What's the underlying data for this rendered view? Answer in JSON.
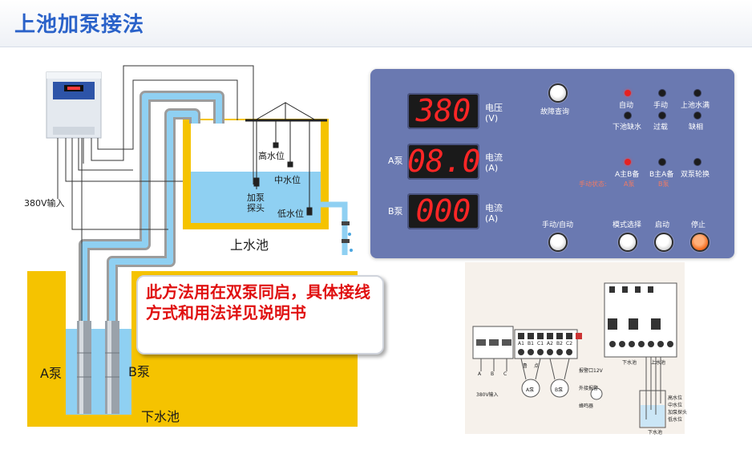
{
  "page": {
    "title": "上池加泵接法"
  },
  "diagram": {
    "power_input_label": "380V输入",
    "upper_tank_label": "上水池",
    "lower_tank_label": "下水池",
    "high_level_label": "高水位",
    "mid_level_label": "中水位",
    "low_level_label": "低水位",
    "probe_label_line1": "加泵",
    "probe_label_line2": "探头",
    "pump_a_label": "A泵",
    "pump_b_label": "B泵",
    "note": "此方法用在双泵同启，具体接线方式和用法详见说明书"
  },
  "control_panel": {
    "voltage_display": "380",
    "voltage_label": "电压",
    "voltage_unit": "(V)",
    "pump_a_row_label": "A泵",
    "pump_a_display": "08.0",
    "pump_a_current_label": "电流",
    "pump_a_current_unit": "(A)",
    "pump_b_row_label": "B泵",
    "pump_b_display": "000",
    "pump_b_current_label": "电流",
    "pump_b_current_unit": "(A)",
    "fault_query_label": "故障查询",
    "indicators": {
      "auto": "自动",
      "manual": "手动",
      "upper_full": "上池水满",
      "lower_empty": "下池缺水",
      "overload": "过载",
      "phase_loss": "缺相",
      "a_main_b_backup": "A主B备",
      "b_main_a_backup": "B主A备",
      "dual_rotation": "双泵轮换"
    },
    "manual_state_label": "手动状态:",
    "manual_state_a": "A泵",
    "manual_state_b": "B泵",
    "buttons": {
      "manual_auto": "手动/自动",
      "mode_select": "模式选择",
      "start": "启动",
      "stop": "停止"
    },
    "colors": {
      "panel": "#6a79b1",
      "display_digits": "#ff2626",
      "indicator_on": "#e42222",
      "stop_button": "#f2600d"
    }
  },
  "wiring_diagram": {
    "input_label": "380V输入",
    "phase_labels": [
      "A",
      "B",
      "C"
    ],
    "terminal_labels": [
      "A1",
      "B1",
      "C1",
      "A2",
      "B2",
      "C2"
    ],
    "pump_a": "A泵",
    "pump_b": "B泵",
    "motor_labels": [
      "鲁",
      "点"
    ],
    "alarm_label": "报警口12V",
    "alarm_sub": "外接报警",
    "buzzer_label": "蜂鸣器",
    "lower_tank_label": "下水池",
    "upper_tank_label": "上水池",
    "level_labels": [
      "高水位",
      "中水位",
      "加泵探头",
      "低水位"
    ],
    "lower_tank_caption": "下水池"
  }
}
